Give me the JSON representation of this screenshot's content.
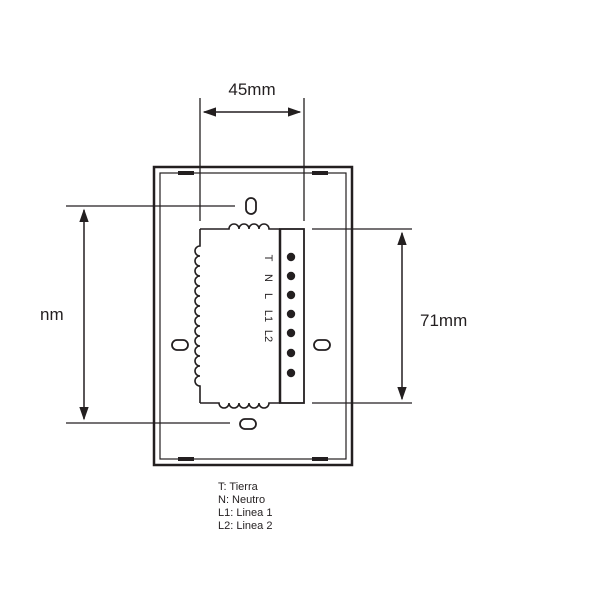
{
  "dimensions": {
    "width_label": "45mm",
    "height_right_label": "71mm",
    "height_left_label": "nm"
  },
  "terminals": [
    "T",
    "N",
    "L",
    "L1",
    "L2"
  ],
  "legend": [
    "T: Tierra",
    "N: Neutro",
    "L1: Linea 1",
    "L2: Linea 2"
  ],
  "colors": {
    "line": "#231f20",
    "background": "#ffffff"
  }
}
